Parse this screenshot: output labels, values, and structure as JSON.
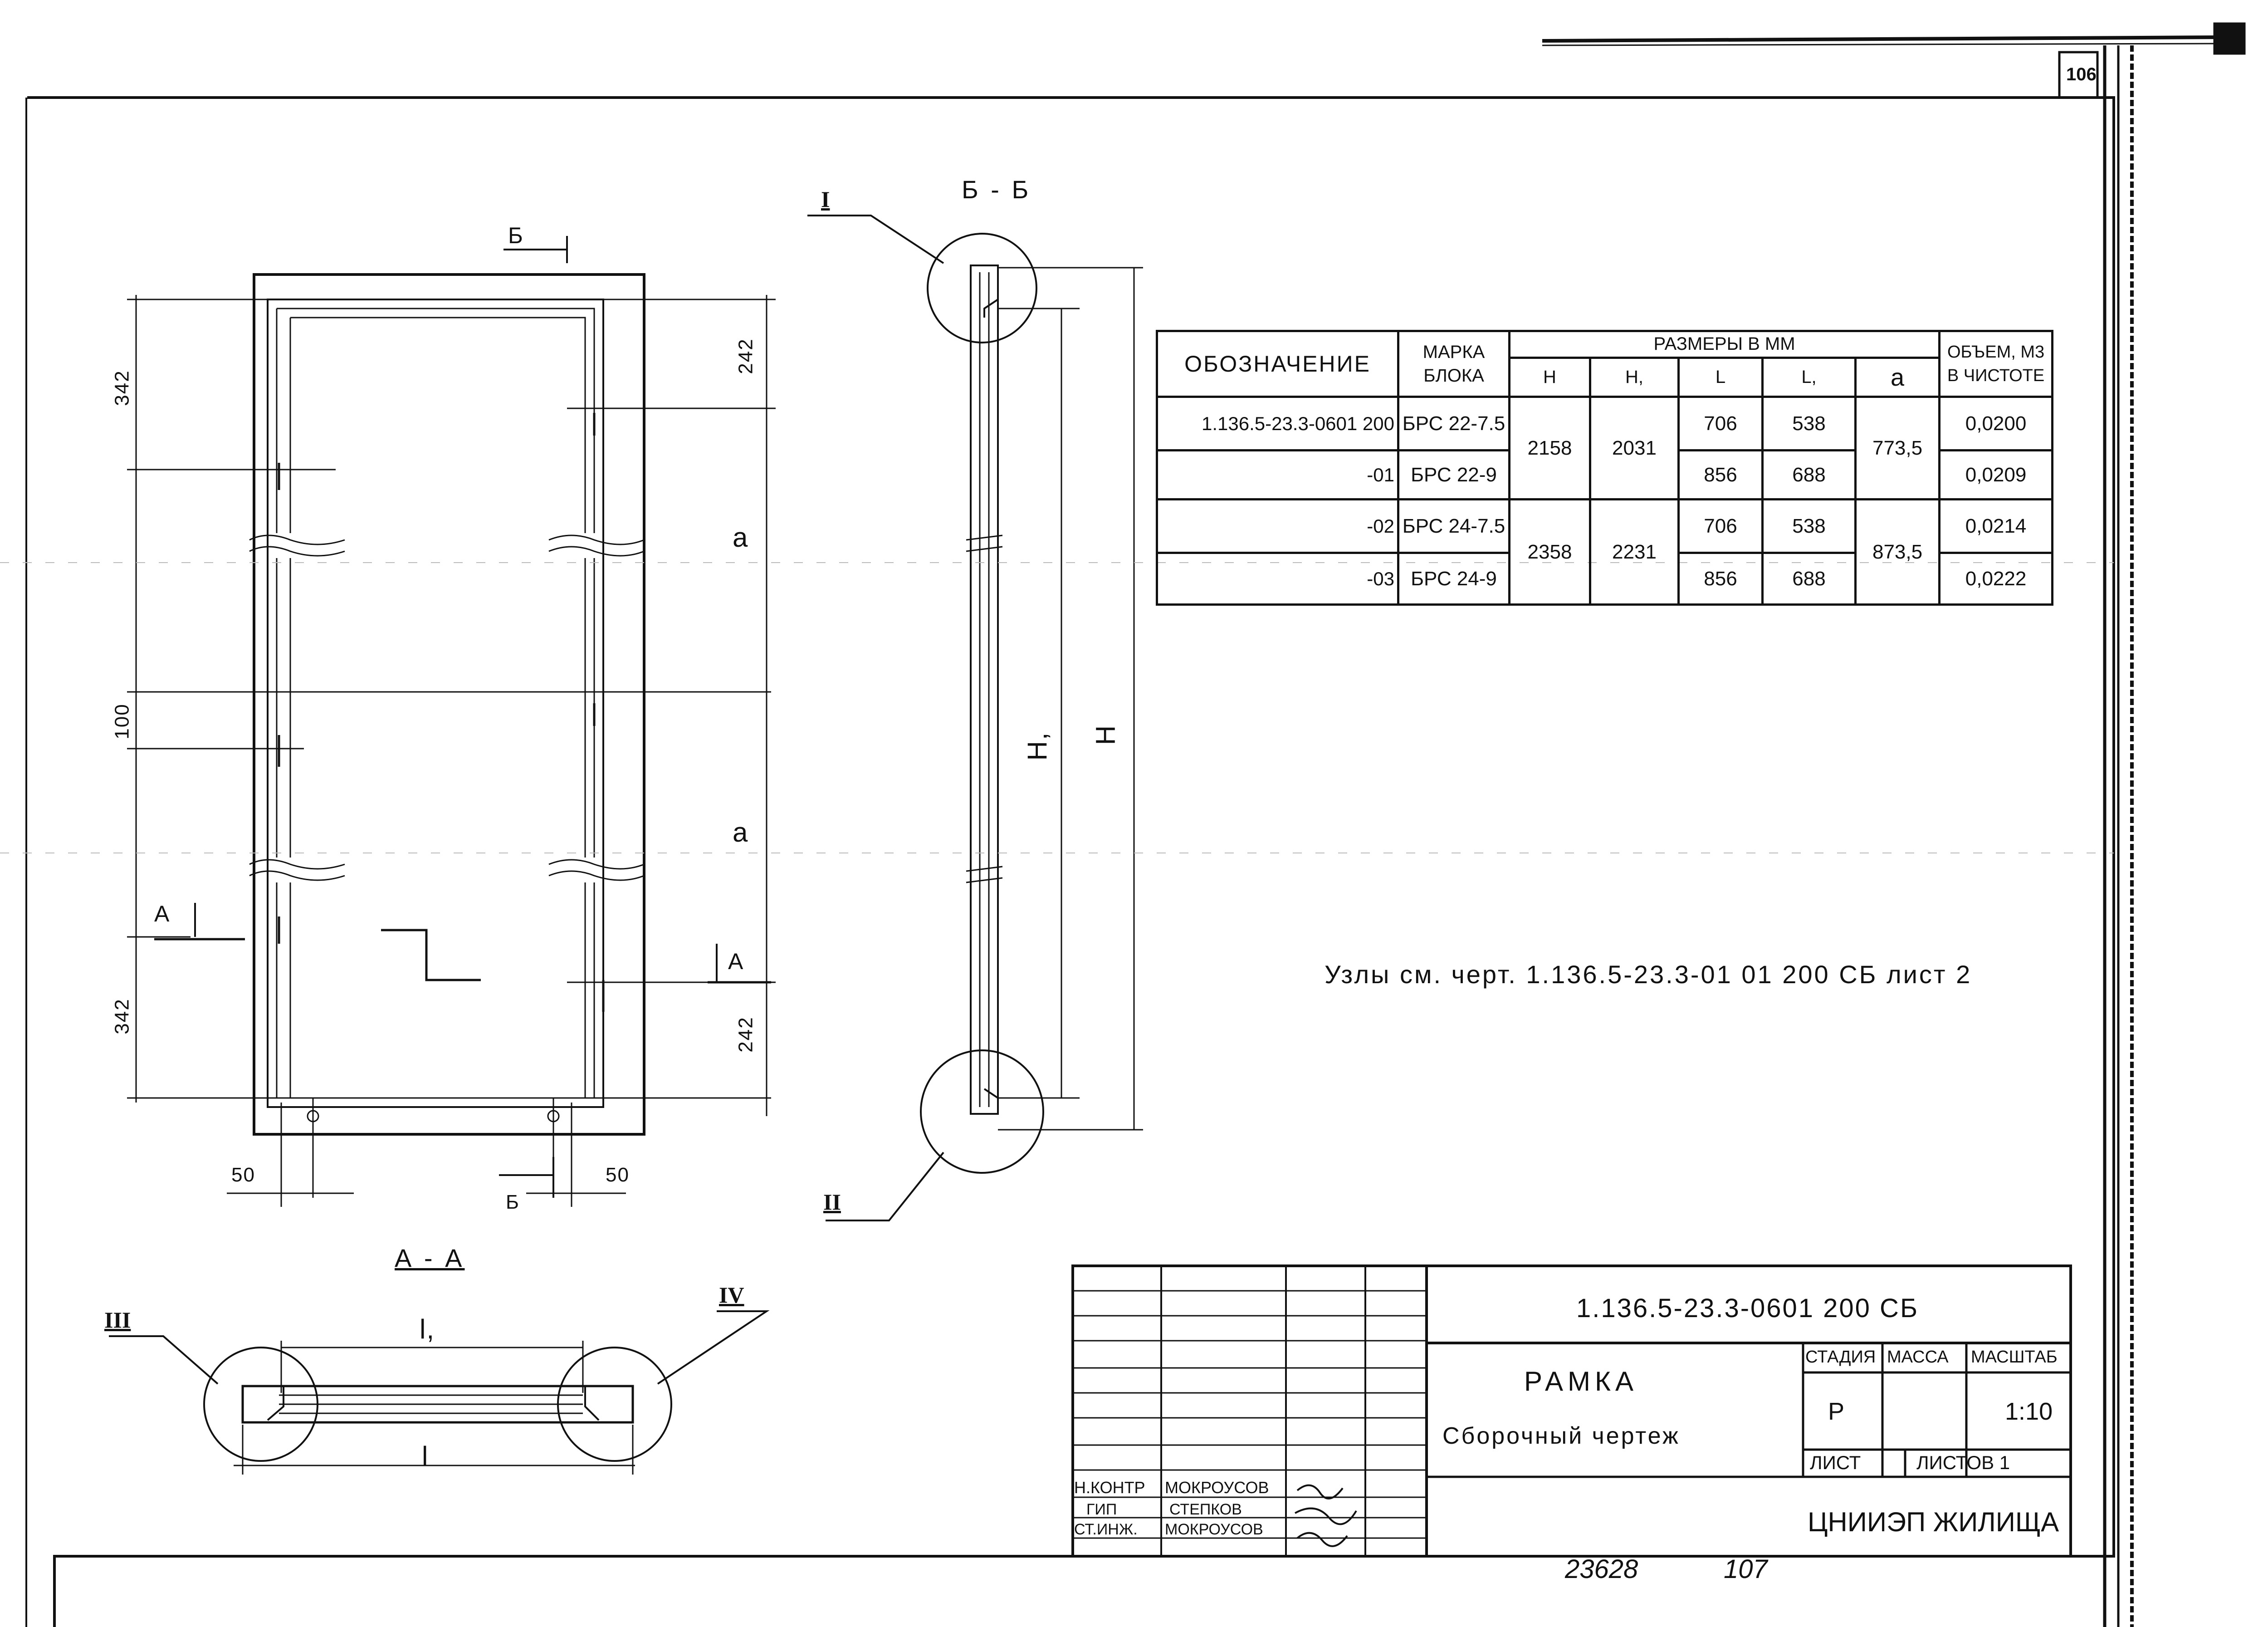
{
  "sheet_number": "106",
  "drawing": {
    "dims_left": [
      "342",
      "100",
      "342"
    ],
    "dims_right": [
      "242",
      "a",
      "a",
      "242"
    ],
    "dims_bottom": [
      "50",
      "50"
    ],
    "section_mark_b_top": "Б",
    "section_mark_b_bottom": "Б",
    "section_mark_a_left": "А",
    "section_mark_a_right": "А",
    "section_bb_title": "Б - Б",
    "section_aa_title": "А - А",
    "dim_H": "H",
    "dim_H1": "H,",
    "dim_l1": "l,",
    "dim_l": "l",
    "nodes": [
      "I",
      "II",
      "III",
      "IV"
    ]
  },
  "spec_table": {
    "headers": {
      "designation": "ОБОЗНАЧЕНИЕ",
      "mark": "МАРКА БЛОКА",
      "sizes": "РАЗМЕРЫ В ММ",
      "h_col": "H",
      "h1_col": "H,",
      "l_col": "L",
      "l1_col": "L,",
      "a_col": "a",
      "volume": "ОБЪЕМ, М3 В ЧИСТОТЕ"
    },
    "rows": [
      {
        "designation": "1.136.5-23.3-0601 200",
        "mark": "БРС 22-7.5",
        "l": "706",
        "l1": "538",
        "volume": "0,0200"
      },
      {
        "designation": "-01",
        "mark": "БРС 22-9",
        "l": "856",
        "l1": "688",
        "volume": "0,0209"
      },
      {
        "designation": "-02",
        "mark": "БРС 24-7.5",
        "l": "706",
        "l1": "538",
        "volume": "0,0214"
      },
      {
        "designation": "-03",
        "mark": "БРС 24-9",
        "l": "856",
        "l1": "688",
        "volume": "0,0222"
      }
    ],
    "group1": {
      "h": "2158",
      "h1": "2031",
      "a": "773,5"
    },
    "group2": {
      "h": "2358",
      "h1": "2231",
      "a": "873,5"
    }
  },
  "note": "Узлы см. черт. 1.136.5-23.3-01 01 200 СБ лист 2",
  "title_block": {
    "doc_code": "1.136.5-23.3-0601 200 СБ",
    "title_main": "РАМКА",
    "title_sub": "Сборочный чертеж",
    "stage_label": "СТАДИЯ",
    "mass_label": "МАССА",
    "scale_label": "МАСШТАБ",
    "stage_value": "Р",
    "scale_value": "1:10",
    "sheet_label": "ЛИСТ",
    "sheets_label": "ЛИСТОВ 1",
    "org": "ЦНИИЭП ЖИЛИЩА",
    "signatures": [
      {
        "role": "Н.КОНТР",
        "name": "МОКРОУСОВ"
      },
      {
        "role": "ГИП",
        "name": "СТЕПКОВ"
      },
      {
        "role": "СТ.ИНЖ.",
        "name": "МОКРОУСОВ"
      }
    ]
  },
  "footer": {
    "inventory_number": "23628",
    "page_number": "107"
  }
}
